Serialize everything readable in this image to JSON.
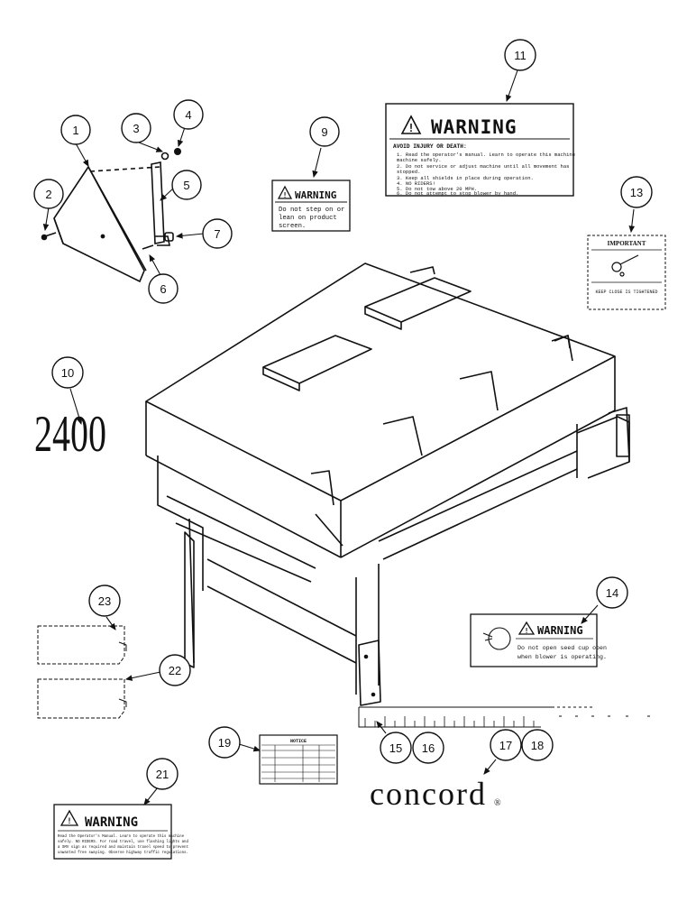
{
  "callouts": [
    "1",
    "2",
    "3",
    "4",
    "5",
    "6",
    "7",
    "9",
    "10",
    "11",
    "13",
    "14",
    "15",
    "16",
    "17",
    "18",
    "19",
    "21",
    "22",
    "23"
  ],
  "decals": {
    "warning_11": {
      "header": "WARNING",
      "intro": "AVOID INJURY OR DEATH:",
      "lines": [
        "1. Read the operator's manual. Learn to operate this machine",
        "   machine safely.",
        "2. Do not service or adjust machine until all movement has",
        "   stopped.",
        "3. Keep all shields in place during operation.",
        "4. NO RIDERS!",
        "5. Do not tow above 20 MPH.",
        "6. Do not attempt to stop blower by hand."
      ]
    },
    "warning_9": {
      "header": "WARNING",
      "lines": [
        "Do not step on or",
        "lean on product",
        "screen."
      ]
    },
    "important_13": {
      "header": "IMPORTANT",
      "footer": "KEEP CLOSE IS TIGHTENED"
    },
    "warning_14": {
      "header": "WARNING",
      "lines": [
        "Do not open seed cup open",
        "when blower is operating."
      ]
    },
    "notice_19": {
      "header": "NOTICE"
    },
    "warning_21": {
      "header": "WARNING",
      "lines": [
        "Read the Operator's Manual. Learn to operate this machine",
        "safely. NO RIDERS. For road travel, use flashing lights and",
        "a SMV sign as required and maintain travel speed to prevent",
        "unwanted free swaying. Observe highway traffic regulations."
      ]
    }
  },
  "model_number": "2400",
  "brand": "concord",
  "brand_mark": "®"
}
